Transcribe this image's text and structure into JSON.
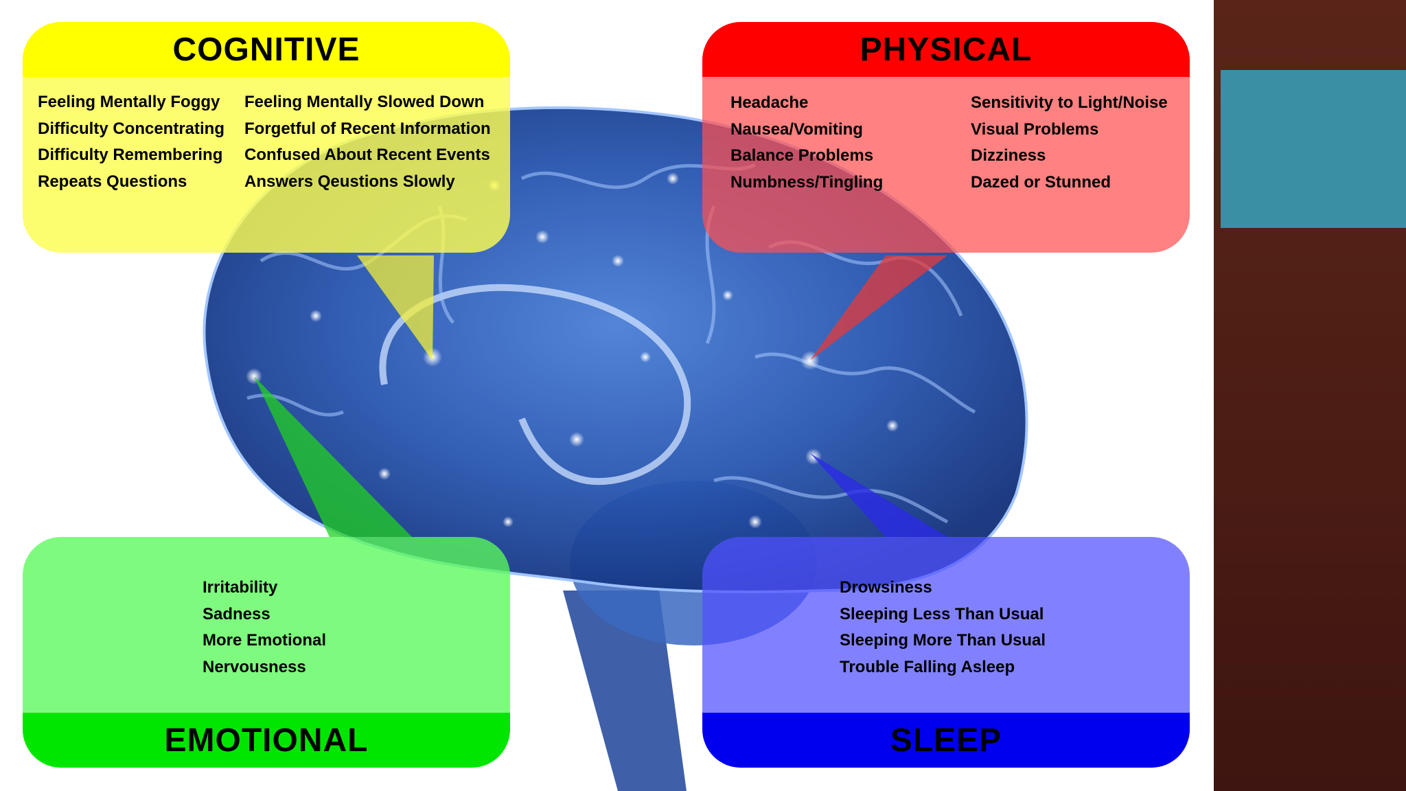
{
  "cognitive": {
    "title": "COGNITIVE",
    "left_items": [
      "Feeling Mentally Foggy",
      "Difficulty Concentrating",
      "Difficulty Remembering",
      "Repeats Questions"
    ],
    "right_items": [
      "Feeling Mentally Slowed Down",
      "Forgetful of Recent Information",
      "Confused About Recent Events",
      "Answers Qeustions Slowly"
    ]
  },
  "physical": {
    "title": "PHYSICAL",
    "left_items": [
      "Headache",
      "Nausea/Vomiting",
      "Balance Problems",
      "Numbness/Tingling"
    ],
    "right_items": [
      "Sensitivity to Light/Noise",
      "Visual Problems",
      "Dizziness",
      "Dazed or Stunned"
    ]
  },
  "emotional": {
    "title": "EMOTIONAL",
    "items": [
      "Irritability",
      "Sadness",
      "More Emotional",
      "Nervousness"
    ]
  },
  "sleep": {
    "title": "SLEEP",
    "items": [
      "Drowsiness",
      "Sleeping Less Than Usual",
      "Sleeping More Than Usual",
      "Trouble Falling Asleep"
    ]
  },
  "colors": {
    "cognitive": "#ffff00",
    "physical": "#ff0000",
    "emotional": "#00e600",
    "sleep": "#0000ee",
    "accent_block": "#3a8fa5",
    "slide_background": "#4a1d16"
  }
}
